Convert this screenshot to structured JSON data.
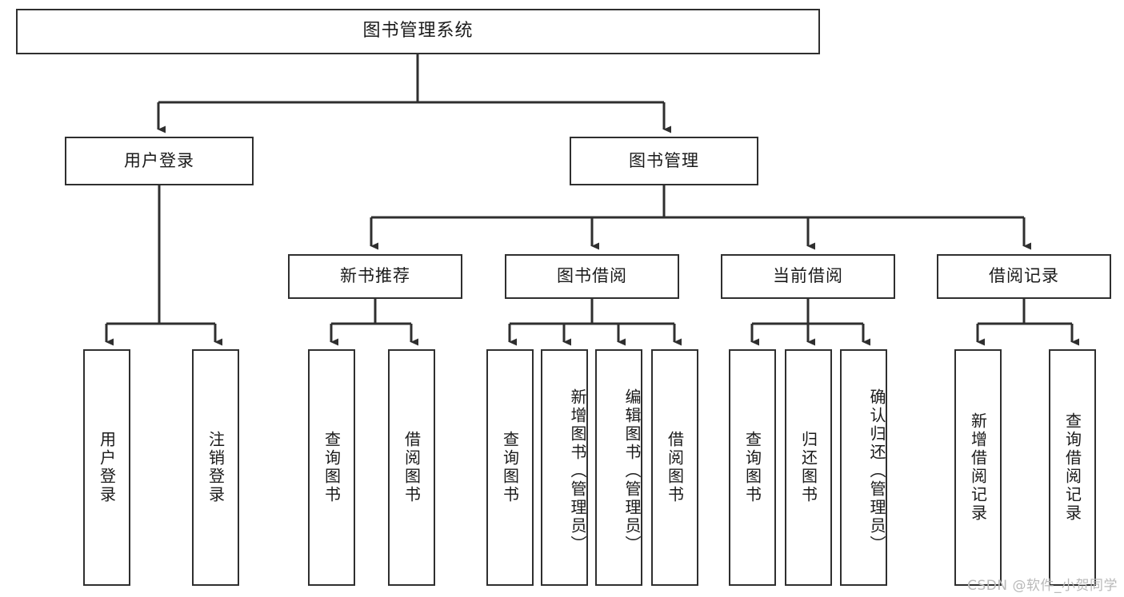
{
  "diagram": {
    "kind": "function-structure-tree",
    "title": "图书管理系统",
    "watermark": "CSDN @软件_小贺同学",
    "root": {
      "label": "图书管理系统"
    },
    "level2": [
      {
        "label": "用户登录"
      },
      {
        "label": "图书管理"
      }
    ],
    "level3": [
      {
        "label": "新书推荐"
      },
      {
        "label": "图书借阅"
      },
      {
        "label": "当前借阅"
      },
      {
        "label": "借阅记录"
      }
    ],
    "leaves": {
      "user_login": [
        {
          "label": "用户登录"
        },
        {
          "label": "注销登录"
        }
      ],
      "new_book": [
        {
          "label": "查询图书"
        },
        {
          "label": "借阅图书"
        }
      ],
      "book_borrow": [
        {
          "label": "查询图书"
        },
        {
          "label": "新增图书（管理员）"
        },
        {
          "label": "编辑图书（管理员）"
        },
        {
          "label": "借阅图书"
        }
      ],
      "current_borrow": [
        {
          "label": "查询图书"
        },
        {
          "label": "归还图书"
        },
        {
          "label": "确认归还（管理员）"
        }
      ],
      "borrow_record": [
        {
          "label": "新增借阅记录"
        },
        {
          "label": "查询借阅记录"
        }
      ]
    },
    "colors": {
      "stroke": "#2f2f2f",
      "fill": "#ffffff",
      "text": "#1a1a1a",
      "watermark": "#b9b9b9"
    }
  }
}
